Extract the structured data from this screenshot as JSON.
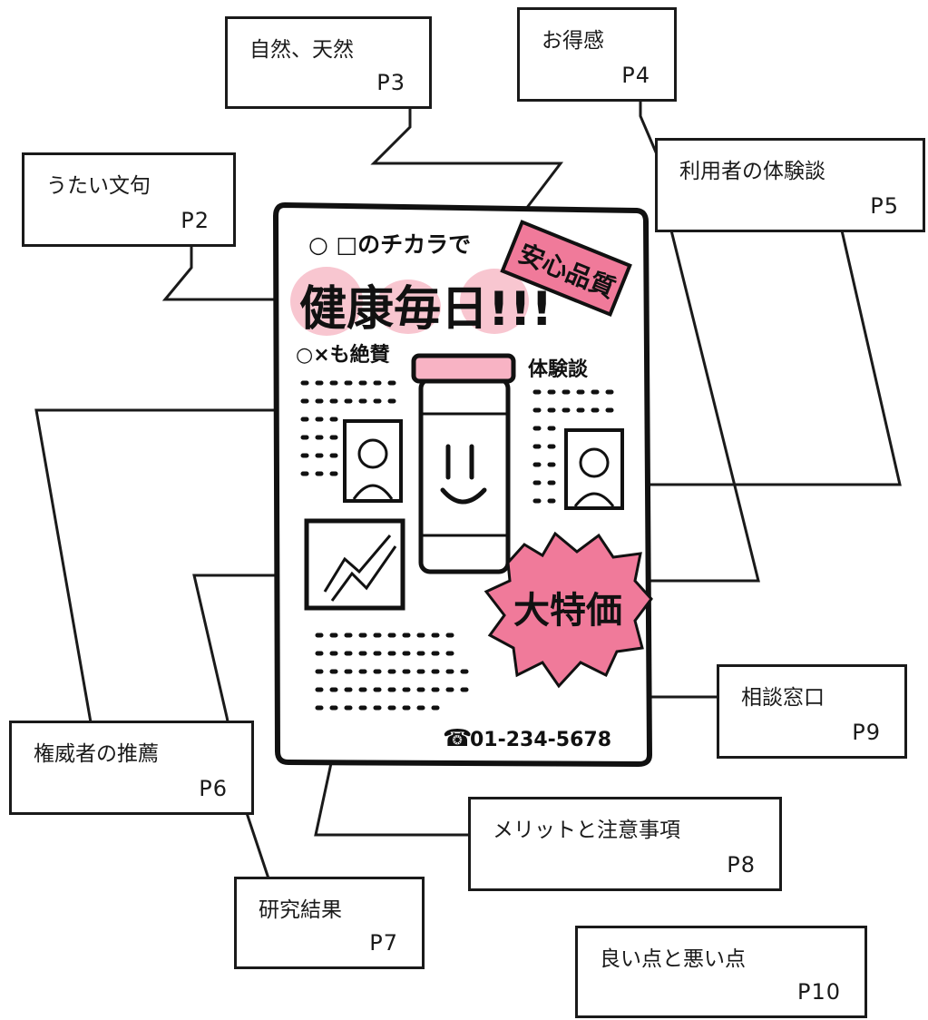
{
  "labels": [
    {
      "id": "p2",
      "title": "うたい文句",
      "page": "P2"
    },
    {
      "id": "p3",
      "title": "自然、天然",
      "page": "P3"
    },
    {
      "id": "p4",
      "title": "お得感",
      "page": "P4"
    },
    {
      "id": "p5",
      "title": "利用者の体験談",
      "page": "P5"
    },
    {
      "id": "p6",
      "title": "権威者の推薦",
      "page": "P6"
    },
    {
      "id": "p7",
      "title": "研究結果",
      "page": "P7"
    },
    {
      "id": "p8",
      "title": "メリットと注意事項",
      "page": "P8"
    },
    {
      "id": "p9",
      "title": "相談窓口",
      "page": "P9"
    },
    {
      "id": "p10",
      "title": "良い点と悪い点",
      "page": "P10"
    }
  ],
  "flyer": {
    "subtitle": "○ □のチカラで",
    "headline": "健康毎日!!!",
    "stamp": "安心品質",
    "left_heading": "○×も絶賛",
    "right_heading": "体験談",
    "burst": "大特価",
    "phone": "01-234-5678"
  },
  "colors": {
    "accent_pink": "#f07a9a",
    "light_pink": "#f8c6d0",
    "ink": "#1a1a1a"
  }
}
